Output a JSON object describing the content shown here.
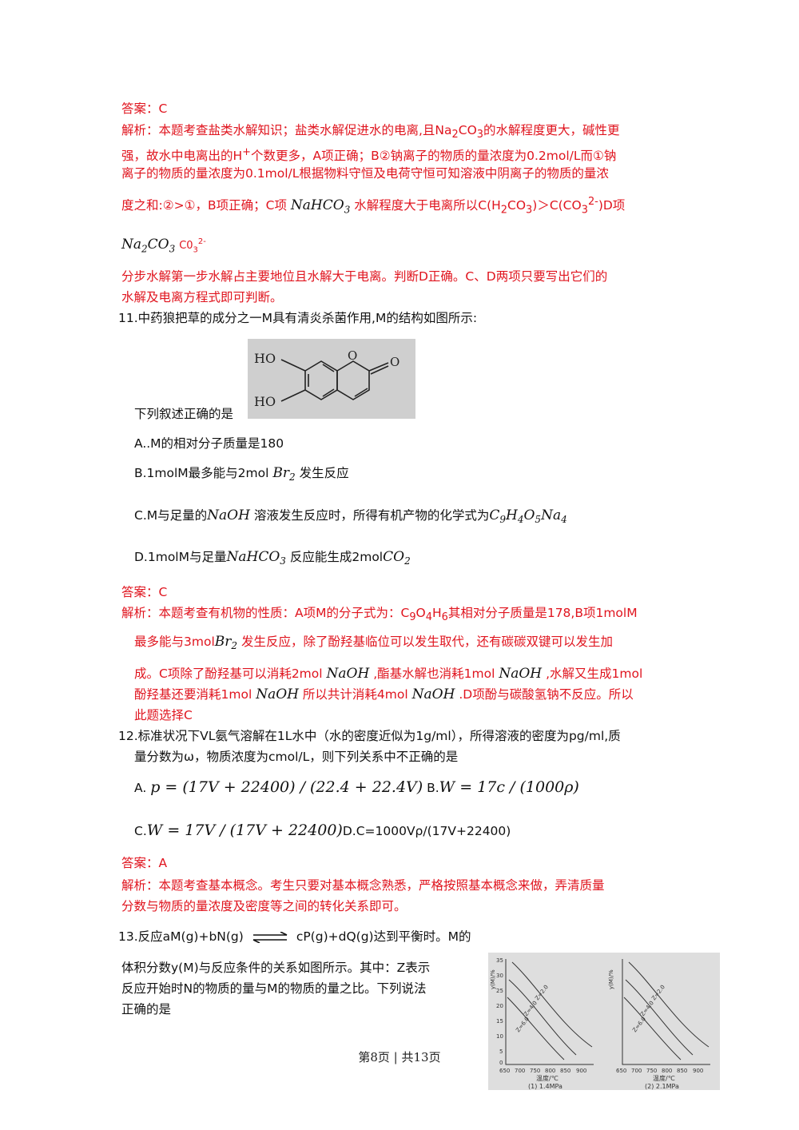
{
  "q10": {
    "answer": "答案：C",
    "exp1": "解析：本题考查盐类水解知识；盐类水解促进水的电离,且Na",
    "exp1_sub": "2",
    "exp1_b": "CO",
    "exp1_sub2": "3",
    "exp1_c": "的水解程度更大，碱性更",
    "exp2": "强，故水中电离出的H",
    "exp2_sup": "+",
    "exp2_b": "个数更多，A项正确；B②钠离子的物质的量浓度为0.2mol/L而①钠",
    "exp3": "离子的物质的量浓度为0.1mol/L根据物料守恒及电荷守恒可知溶液中阴离子的物质的量浓",
    "exp4a": "度之和:②>①，B项正确；C项",
    "exp4_formula": "NaHCO",
    "exp4_formula_sub": "3",
    "exp4b": "水解程度大于电离所以C(H",
    "exp4_sub": "2",
    "exp4c": "CO",
    "exp4_sub2": "3",
    "exp4d": ")＞C(CO",
    "exp4_sub3": "3",
    "exp4_sup3": "2-",
    "exp4e": ")D项",
    "exp5_formula": "Na",
    "exp5_formula_sub": "2",
    "exp5_formula_b": "CO",
    "exp5_formula_sub2": "3",
    "exp5_b": "C0",
    "exp5_b_sub": "3",
    "exp5_b_sup": "2-",
    "exp6": "分步水解第一步水解占主要地位且水解大于电离。判断D正确。C、D两项只要写出它们的",
    "exp7": "水解及电离方程式即可判断。"
  },
  "q11": {
    "stem": "11.中药狼把草的成分之一M具有清炎杀菌作用,M的结构如图所示:",
    "mol_label_1": "HO",
    "mol_label_2": "HO",
    "mol_label_3": "O",
    "mol_label_4": "O",
    "prompt": "下列叙述正确的是",
    "optA": "A..M的相对分子质量是180",
    "optB": "B.1molM最多能与2mol ",
    "optB_f": "Br",
    "optB_sub": "2",
    "optB_tail": "发生反应",
    "optC": "C.M与足量的",
    "optC_f": "NaOH",
    "optC_mid": "溶液发生反应时，所得有机产物的化学式为",
    "optC_f2a": "C",
    "optC_s1": "9",
    "optC_f2b": "H",
    "optC_s2": "4",
    "optC_f2c": "O",
    "optC_s3": "5",
    "optC_f2d": "Na",
    "optC_s4": "4",
    "optD": "D.1molM与足量",
    "optD_f": "NaHCO",
    "optD_sub": "3",
    "optD_mid": "反应能生成2mol",
    "optD_f2": "CO",
    "optD_sub2": "2",
    "answer": "答案：C",
    "exp1": "解析：本题考查有机物的性质：A项M的分子式为：C",
    "exp1_s1": "9",
    "exp1_b": "O",
    "exp1_s2": "4",
    "exp1_c": "H",
    "exp1_s3": "6",
    "exp1_d": "其相对分子质量是178,B项1molM",
    "exp2a": "最多能与3mol",
    "exp2_f": "Br",
    "exp2_sub": "2",
    "exp2b": "发生反应，除了酚羟基临位可以发生取代，还有碳碳双键可以发生加",
    "exp3a": "成。C项除了酚羟基可以消耗2mol",
    "exp3_f1": "NaOH",
    "exp3b": ",酯基水解也消耗1mol",
    "exp3_f2": "NaOH",
    "exp3c": ",水解又生成1mol",
    "exp4a": "酚羟基还要消耗1mol",
    "exp4_f1": "NaOH",
    "exp4b": "所以共计消耗4mol",
    "exp4_f2": "NaOH",
    "exp4c": ".D项酚与碳酸氢钠不反应。所以",
    "exp5": "此题选择C"
  },
  "q12": {
    "stem1": "12.标准状况下VL氨气溶解在1L水中（水的密度近似为1g/ml），所得溶液的密度为pg/ml,质",
    "stem2": "量分数为ω，物质浓度为cmol/L，则下列关系中不正确的是",
    "optA_lbl": "A.",
    "optA_f": "p = (17V + 22400) / (22.4 + 22.4V)",
    "optB_lbl": "B.",
    "optB_f": "W = 17c / (1000ρ)",
    "optC_lbl": "C.",
    "optC_f": "W = 17V / (17V + 22400)",
    "optD": "D.C=1000Vρ/(17V+22400)",
    "answer": "答案：A",
    "exp1": "解析：本题考查基本概念。考生只要对基本概念熟悉，严格按照基本概念来做，弄清质量",
    "exp2": "分数与物质的量浓度及密度等之间的转化关系即可。"
  },
  "q13": {
    "stem1a": "13.反应aM(g)+bN(g)",
    "stem1b": "cP(g)+dQ(g)达到平衡时。M的",
    "stem2": "体积分数y(M)与反应条件的关系如图所示。其中：Z表示",
    "stem3": "反应开始时N的物质的量与M的物质的量之比。下列说法",
    "stem4": "正确的是"
  },
  "figure": {
    "ylabel": "y(M)/%",
    "xlabel": "温度/℃",
    "yticks": [
      "35",
      "30",
      "25",
      "20",
      "15",
      "10",
      "5",
      "0"
    ],
    "xticks": [
      "650",
      "700",
      "750",
      "800",
      "850",
      "900"
    ],
    "curves": [
      "Z=2.0",
      "Z=4.0",
      "Z=6.0"
    ],
    "caption1": "(1) 1.4MPa",
    "caption2": "(2) 2.1MPa"
  },
  "footer": "第8页 | 共13页"
}
